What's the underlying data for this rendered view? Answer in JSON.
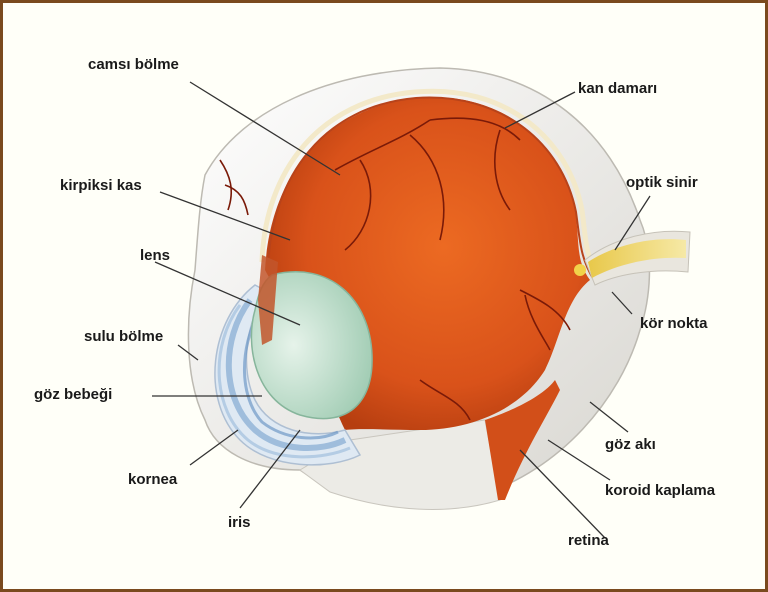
{
  "labels": {
    "vitreous": "camsı bölme",
    "blood_vessel": "kan damarı",
    "ciliary_muscle": "kirpiksi kas",
    "optic_nerve": "optik sinir",
    "lens": "lens",
    "blind_spot": "kör nokta",
    "aqueous": "sulu bölme",
    "pupil": "göz bebeği",
    "sclera": "göz akı",
    "cornea": "kornea",
    "choroid": "koroid kaplama",
    "iris": "iris",
    "retina": "retina"
  },
  "colors": {
    "frame": "#7a4a1e",
    "interior": "#e0561a",
    "sclera": "#f2f0ea",
    "lens": "#cfe6d8",
    "iris_blue": "#8fb2d6",
    "leader": "#333333",
    "vessel": "#7a1a08"
  }
}
